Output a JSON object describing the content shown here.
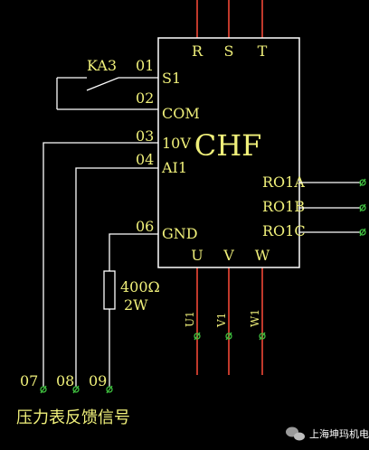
{
  "inverter": {
    "name": "CHF",
    "top_terminals": [
      "R",
      "S",
      "T"
    ],
    "bottom_terminals": [
      "U",
      "V",
      "W"
    ],
    "left_terminals": [
      "S1",
      "COM",
      "10V",
      "AI1",
      "GND"
    ],
    "relay_terminals": [
      "RO1A",
      "RO1B",
      "RO1C"
    ]
  },
  "wire_numbers": [
    "01",
    "02",
    "03",
    "04",
    "06"
  ],
  "contact": "KA3",
  "resistor": {
    "value": "400Ω",
    "power": "2W"
  },
  "motor_wires": [
    "U1",
    "V1",
    "W1"
  ],
  "feedback": {
    "terminals": [
      "07",
      "08",
      "09"
    ],
    "caption": "压力表反馈信号"
  },
  "watermark": {
    "text": "上海坤玛机电"
  },
  "colors": {
    "background": "#000000",
    "label": "#f0f07a",
    "wire": "#ffffff",
    "power_line": "#c0392b",
    "terminal_node": "#3fbf3f"
  }
}
